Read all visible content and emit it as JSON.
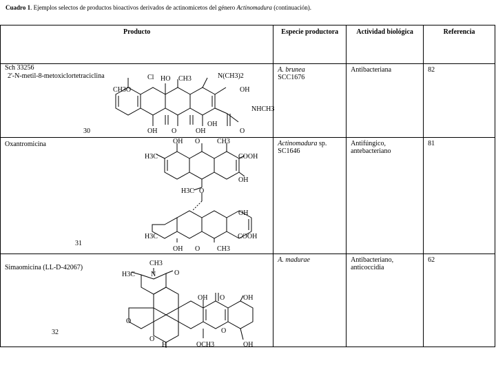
{
  "caption": {
    "label": "Cuadro 1",
    "text_before": ". Ejemplos selectos de productos bioactivos derivados de actinomicetos del género ",
    "genus": "Actinomadura",
    "text_after": " (continuación)."
  },
  "headers": {
    "producto": "Producto",
    "especie": "Especie productora",
    "actividad": "Actividad biológica",
    "referencia": "Referencia"
  },
  "rows": [
    {
      "name_line1": "Sch 33256",
      "name_line2": "2'-N-metil-8-metoxiclortetraciclina",
      "number": "30",
      "species_italic": "A. brunea",
      "species_rest": "SCC1676",
      "activity": "Antibacteriana",
      "reference": "82",
      "labels": {
        "cl": "Cl",
        "ho": "HO",
        "ch3_top": "CH3",
        "nme2": "N(CH3)2",
        "oh_right": "OH",
        "ch3o": "CH3O",
        "nhch3": "NHCH3",
        "oh_bottom1": "OH",
        "o_bottom1": "O",
        "oh_bottom2": "OH",
        "oh_bottom3": "OH",
        "o_bottom2": "O"
      }
    },
    {
      "name_line1": "Oxantromicina",
      "number": "31",
      "species_italic": "Actinomadura",
      "species_rest": " sp. SC1646",
      "activity": "Antifúngico, antebacteriano",
      "reference": "81",
      "labels": {
        "oh1": "OH",
        "o1": "O",
        "ch3_1": "CH3",
        "h3c1": "H3C",
        "cooh1": "COOH",
        "oh2": "OH",
        "h3c_mid": "H3C",
        "o_mid": "O",
        "oh3": "OH",
        "h3c2": "H3C",
        "cooh2": "COOH",
        "oh4": "OH",
        "o2": "O",
        "ch3_2": "CH3"
      }
    },
    {
      "name_line1": "Simaomicina (LL-D-42067)",
      "number": "32",
      "species_italic": "A. madurae",
      "species_rest": "",
      "activity": "Antibacteriano, anticoccidia",
      "reference": "62",
      "labels": {
        "ch3": "CH3",
        "h3c": "H3C",
        "n": "N",
        "o_c": "O",
        "oh1": "OH",
        "o1": "O",
        "oh2": "OH",
        "o_ring1": "O",
        "o_ring2": "O",
        "o_ring3": "O",
        "h": "H",
        "och3": "OCH3",
        "oh3": "OH"
      }
    }
  ]
}
